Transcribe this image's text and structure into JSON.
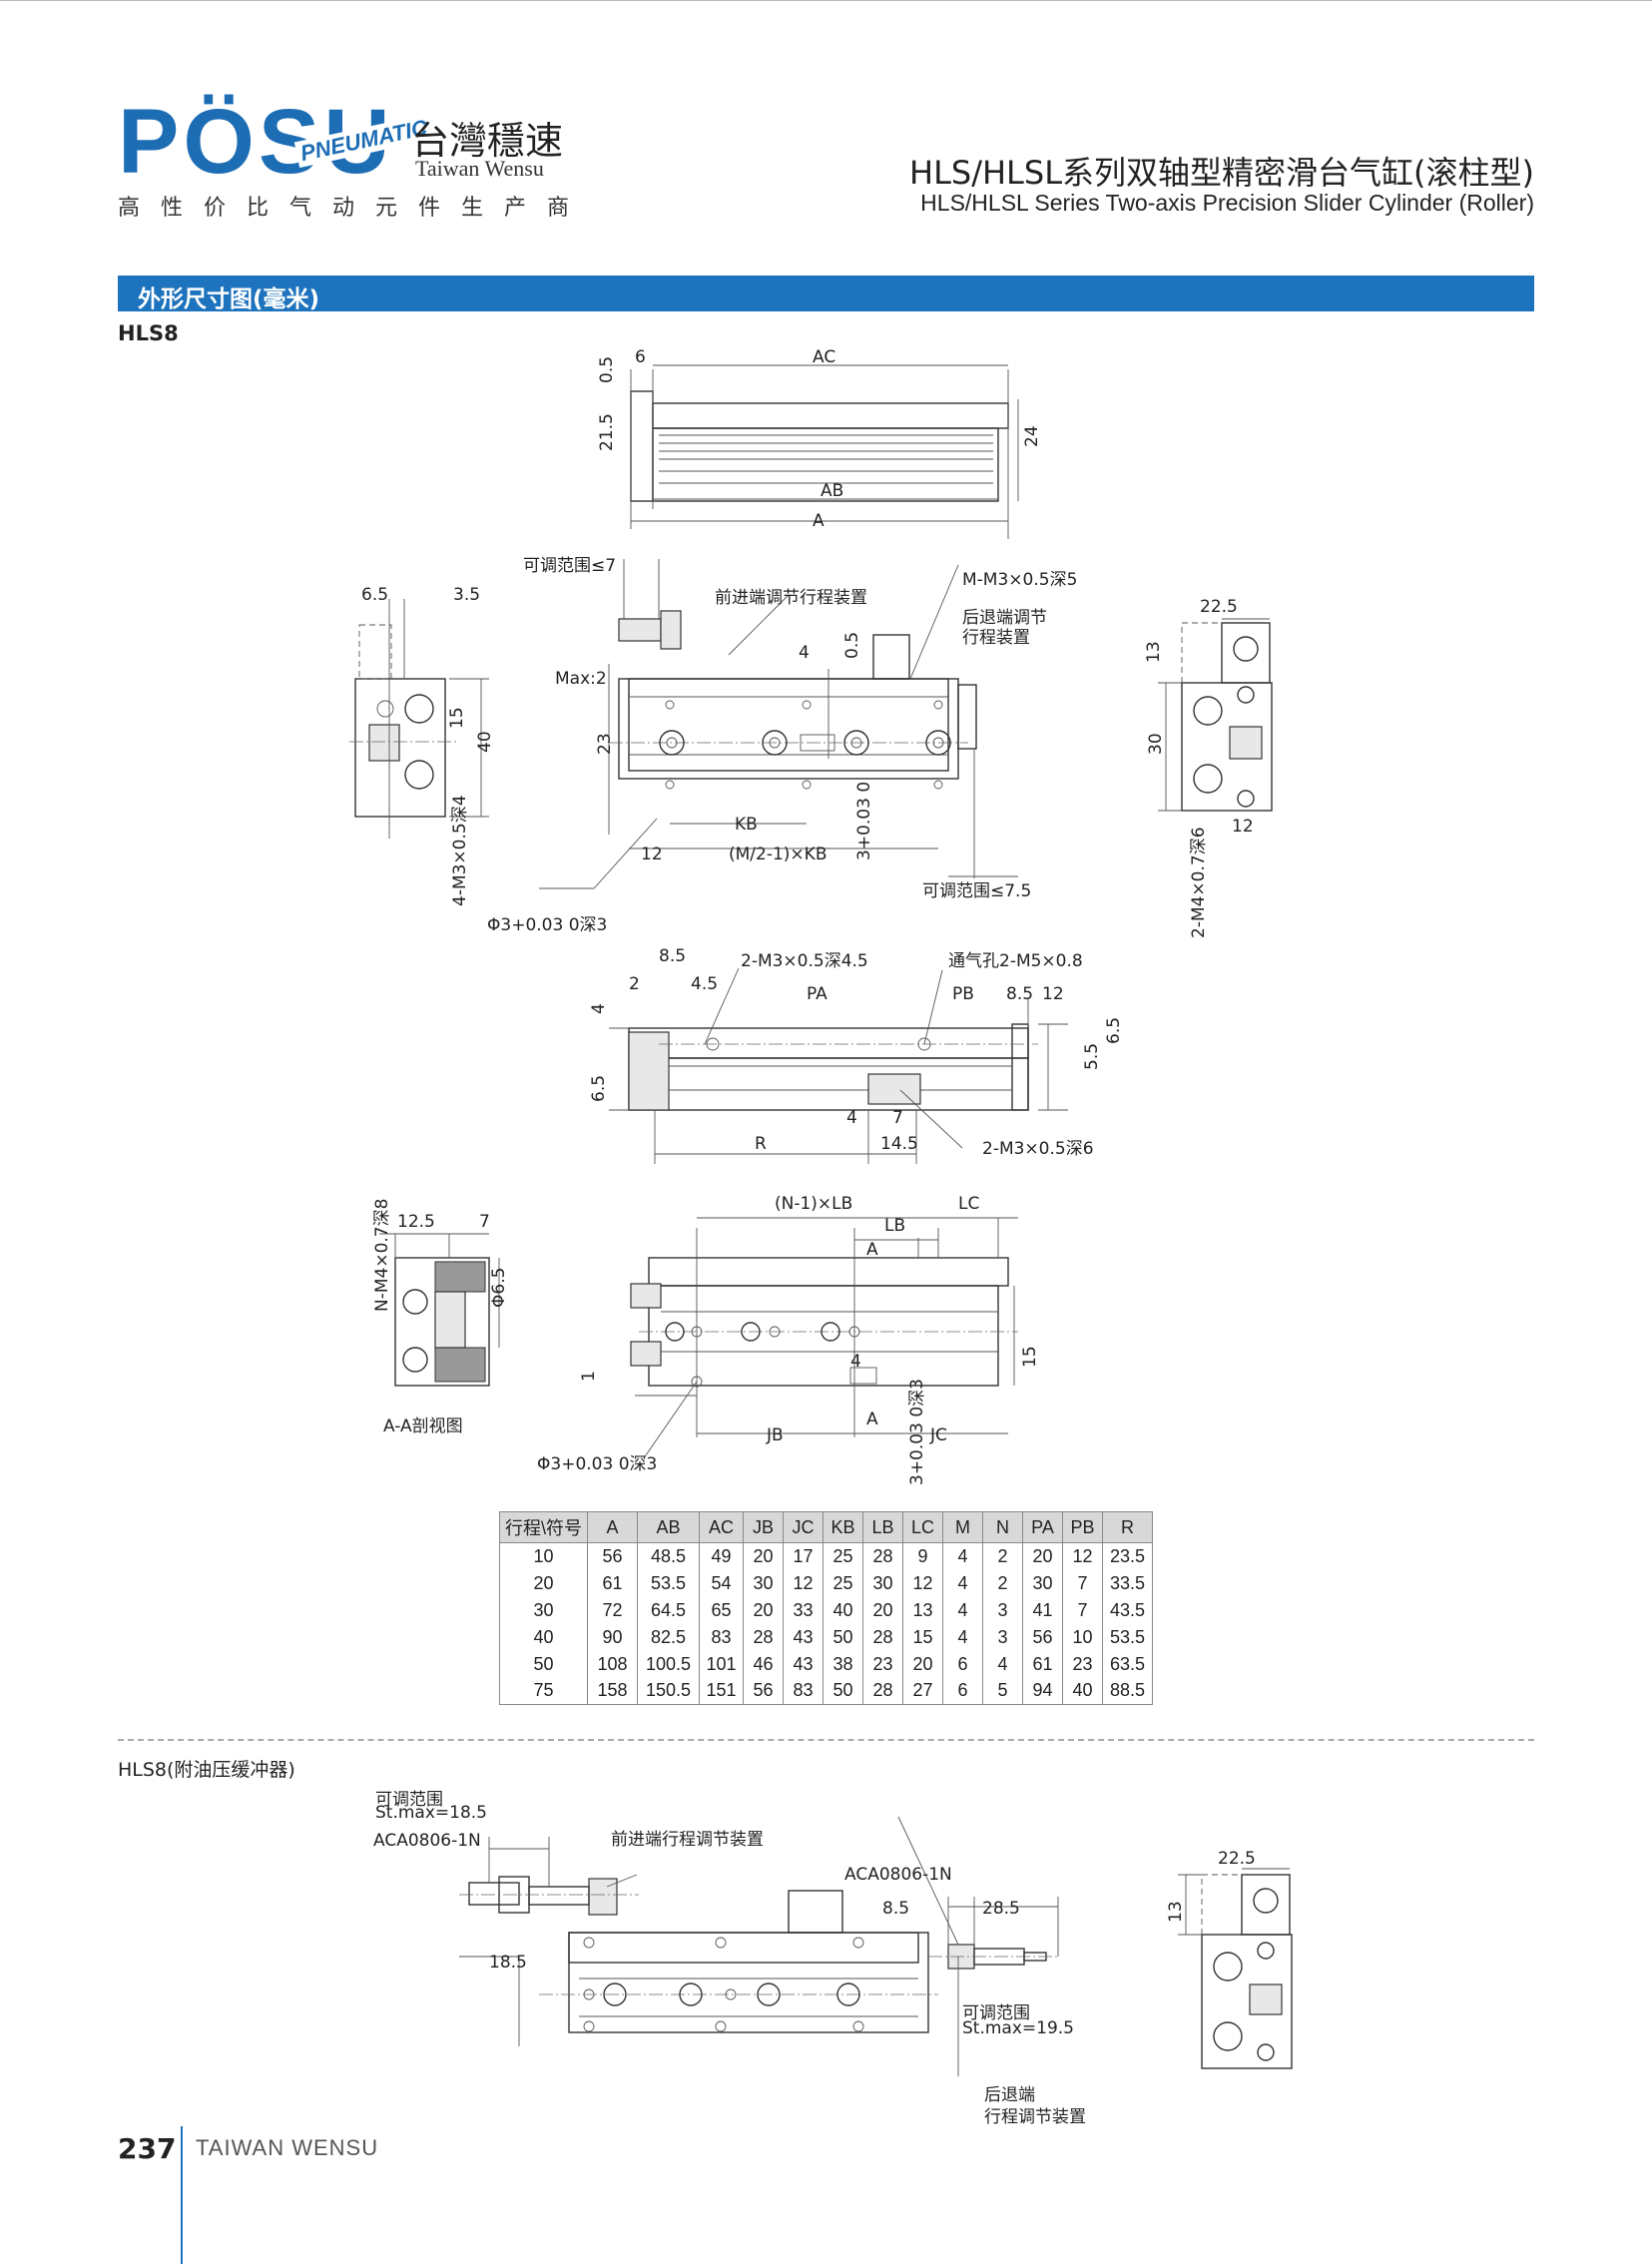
{
  "header": {
    "logo_word": "PÖSU",
    "logo_pneumatic": "PNEUMATIC",
    "logo_cn": "台灣穩速",
    "logo_en": "Taiwan Wensu",
    "slogan": "高性价比气动元件生产商",
    "title_cn": "HLS/HLSL系列双轴型精密滑台气缸(滚柱型)",
    "title_en": "HLS/HLSL Series Two-axis Precision Slider Cylinder (Roller)"
  },
  "section_title": "外形尺寸图(毫米)",
  "model_label": "HLS8",
  "drawing_labels": {
    "d05": "0.5",
    "d6": "6",
    "dAC": "AC",
    "d215": "21.5",
    "d24": "24",
    "dAB": "AB",
    "dA": "A",
    "adj7": "可调范围≤7",
    "front_adj": "前进端调节行程装置",
    "mm3": "M-M3×0.5深5",
    "rear_adj1": "后退端调节",
    "rear_adj2": "行程装置",
    "d65": "6.5",
    "d35": "3.5",
    "d225": "22.5",
    "d13": "13",
    "d4": "4",
    "d05b": "0.5",
    "max2": "Max:2",
    "d15": "15",
    "d40": "40",
    "d23": "23",
    "d30": "30",
    "m3_4": "4-M3×0.5深4",
    "kb": "KB",
    "d12": "12",
    "mkb": "(M/2-1)×KB",
    "d3": "3+0.03 0",
    "adj75": "可调范围≤7.5",
    "d12b": "12",
    "m4_2": "2-M4×0.7深6",
    "phi3": "Φ3+0.03 0深3",
    "d85": "8.5",
    "m3_2": "2-M3×0.5深4.5",
    "vent": "通气孔2-M5×0.8",
    "d2": "2",
    "d45": "4.5",
    "pa": "PA",
    "pb": "PB",
    "d85b": "8.5",
    "d12c": "12",
    "d4b": "4",
    "d65b": "6.5",
    "d65c": "6.5",
    "d55": "5.5",
    "d4c": "4",
    "d7": "7",
    "r": "R",
    "d145": "14.5",
    "m3_2b": "2-M3×0.5深6",
    "n_m4": "N-M4×0.7深8",
    "d125": "12.5",
    "d7b": "7",
    "phi65": "Φ6.5",
    "section_aa": "A-A剖视图",
    "nlb": "(N-1)×LB",
    "lc": "LC",
    "lb": "LB",
    "a_mark": "A",
    "d15b": "15",
    "d1": "1",
    "d4d": "4",
    "jb": "JB",
    "a_mark2": "A",
    "jc": "JC",
    "d3b": "3+0.03 0深3",
    "phi3b": "Φ3+0.03 0深3"
  },
  "table": {
    "headers": [
      "行程\\符号",
      "A",
      "AB",
      "AC",
      "JB",
      "JC",
      "KB",
      "LB",
      "LC",
      "M",
      "N",
      "PA",
      "PB",
      "R"
    ],
    "rows": [
      [
        "10",
        "56",
        "48.5",
        "49",
        "20",
        "17",
        "25",
        "28",
        "9",
        "4",
        "2",
        "20",
        "12",
        "23.5"
      ],
      [
        "20",
        "61",
        "53.5",
        "54",
        "30",
        "12",
        "25",
        "30",
        "12",
        "4",
        "2",
        "30",
        "7",
        "33.5"
      ],
      [
        "30",
        "72",
        "64.5",
        "65",
        "20",
        "33",
        "40",
        "20",
        "13",
        "4",
        "3",
        "41",
        "7",
        "43.5"
      ],
      [
        "40",
        "90",
        "82.5",
        "83",
        "28",
        "43",
        "50",
        "28",
        "15",
        "4",
        "3",
        "56",
        "10",
        "53.5"
      ],
      [
        "50",
        "108",
        "100.5",
        "101",
        "46",
        "43",
        "38",
        "23",
        "20",
        "6",
        "4",
        "61",
        "23",
        "63.5"
      ],
      [
        "75",
        "158",
        "150.5",
        "151",
        "56",
        "83",
        "50",
        "28",
        "27",
        "6",
        "5",
        "94",
        "40",
        "88.5"
      ]
    ]
  },
  "model2_label": "HLS8(附油压缓冲器)",
  "drawing2_labels": {
    "adj_range": "可调范围",
    "stmax185": "St.max=18.5",
    "aca1": "ACA0806-1N",
    "front_adj": "前进端行程调节装置",
    "aca2": "ACA0806-1N",
    "d85": "8.5",
    "d285": "28.5",
    "d185": "18.5",
    "adj_range2": "可调范围",
    "stmax195": "St.max=19.5",
    "rear1": "后退端",
    "rear2": "行程调节装置",
    "d225": "22.5",
    "d13": "13"
  },
  "footer": {
    "page_number": "237",
    "brand": "TAIWAN WENSU"
  },
  "colors": {
    "brand_blue": "#1d73bd"
  }
}
